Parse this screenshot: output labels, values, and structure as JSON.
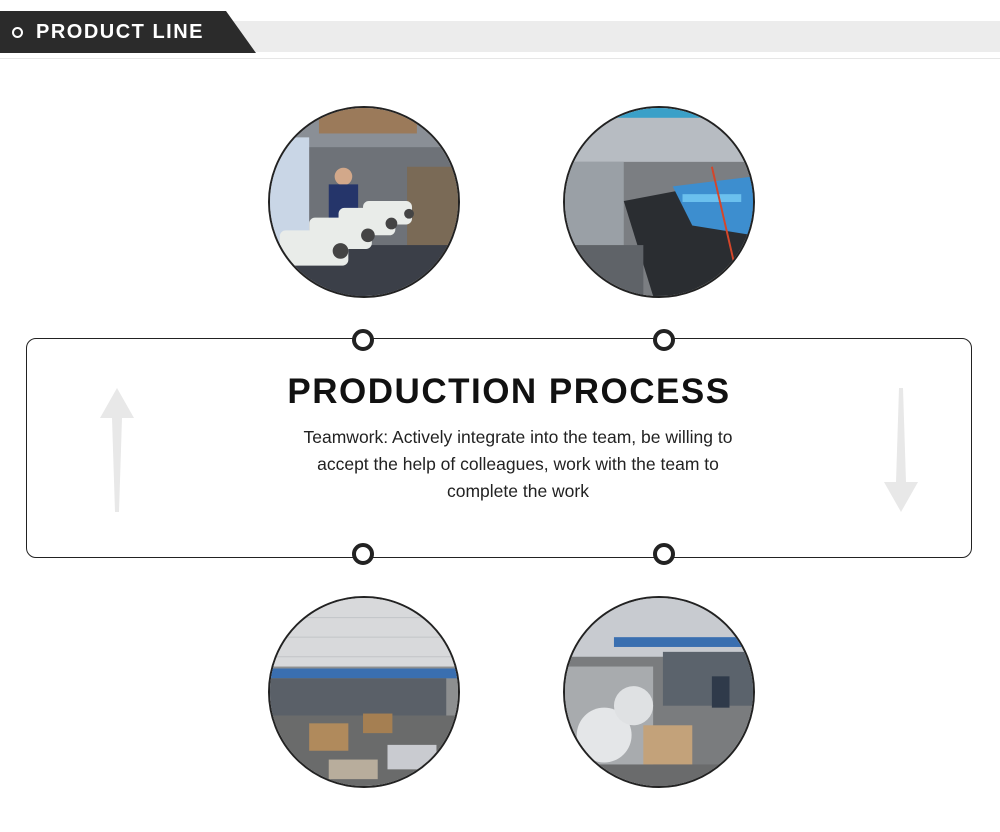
{
  "header": {
    "title": "PRODUCT LINE"
  },
  "process": {
    "title": "PRODUCTION PROCESS",
    "description": "Teamwork: Actively integrate into the team, be willing to accept the help of colleagues, work with the team to complete the work"
  },
  "icons": {
    "header_bullet": "ring-icon",
    "arrow_left": "arrow-up-icon",
    "arrow_right": "arrow-down-icon"
  },
  "colors": {
    "dark": "#2b2b2b",
    "header_strip": "#ececec",
    "arrow": "#e8e8e8",
    "border": "#222222"
  }
}
